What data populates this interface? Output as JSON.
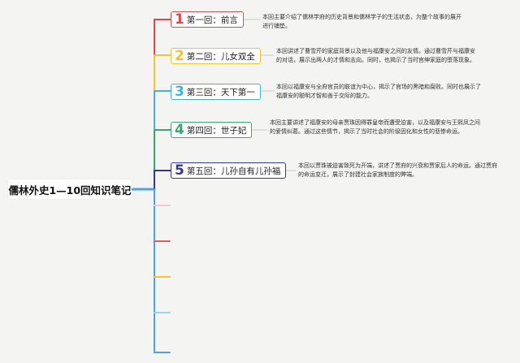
{
  "root": {
    "title": "儒林外史1—10回知识笔记"
  },
  "colors": {
    "branch1": "#e0474c",
    "branch2": "#f2c230",
    "branch3": "#43b3dd",
    "branch4": "#3aa673",
    "branch5": "#36388f",
    "spine": "#4aa3e8",
    "connector": "#c8c8c8"
  },
  "chapters": [
    {
      "num": "1",
      "title": "第一回：前言",
      "desc": "本回主要介绍了儒林学府的历史背景和儒林学子的生活状态，为整个故事的展开进行铺垫。"
    },
    {
      "num": "2",
      "title": "第二回：儿女双全",
      "desc": "本回讲述了曹雪芹的家庭背景以及他与福康安之间的友情。通过曹雪芹与福康安的对话，展示出两人的才情和志向。同时，也揭示了当时官绅家庭的堕落现象。"
    },
    {
      "num": "3",
      "title": "第三回：天下第一",
      "desc": "本回以福康安与全府官员的联谊为中心，揭示了官场的黑暗和腐败。同时也展示了福康安的聪明才智和善于交际的能力。"
    },
    {
      "num": "4",
      "title": "第四回：世子妃",
      "desc": "本回主要讲述了福康安的母亲贾珠因得罪皇帝而遭受迫害，以及福康安与王熙凤之间的爱情纠葛。通过这些情节，揭示了当时社会的阶级固化和女性的悲惨命运。"
    },
    {
      "num": "5",
      "title": "第五回：儿孙自有儿孙福",
      "desc": "本回以贾珠被迫害致死为开端，讲述了贾府的兴衰和贾家后人的命运。通过贾府的命运变迁，展示了封建社会家族制度的弊端。"
    }
  ],
  "empty_branches": [
    {
      "color": "#f3c9d0"
    },
    {
      "color": "#e95c5c"
    },
    {
      "color": "#f2c230"
    },
    {
      "color": "#9ed3ec"
    },
    {
      "color": "#4aa3e8"
    }
  ]
}
